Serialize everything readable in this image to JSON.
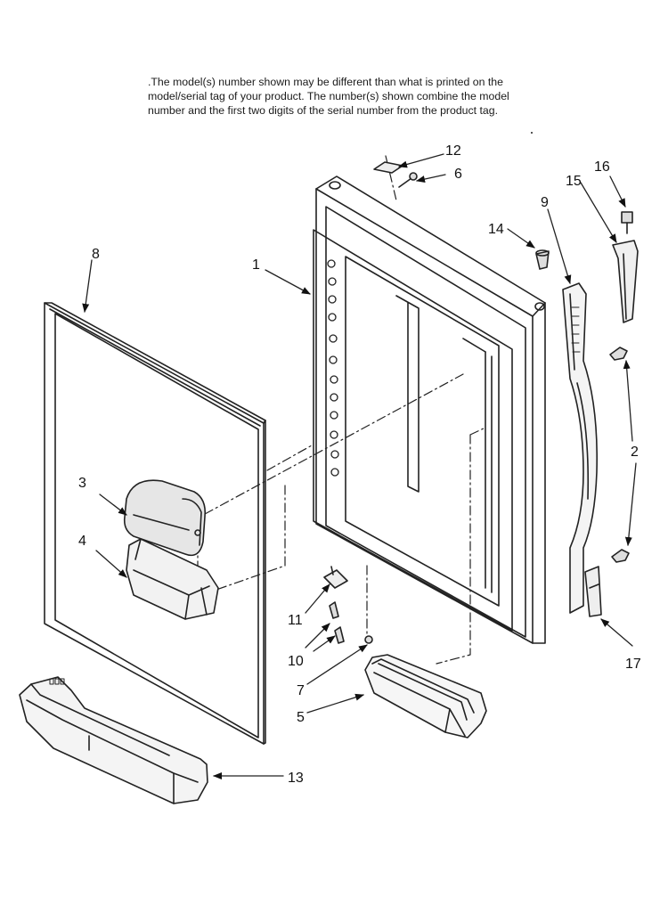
{
  "note": {
    "line1": ".The model(s) number shown may be different than what is printed on the",
    "line2": "model/serial tag of your product. The number(s) shown combine the model",
    "line3": "number and the first two digits of the serial number from the product tag."
  },
  "callouts": {
    "c1": "1",
    "c2": "2",
    "c3": "3",
    "c4": "4",
    "c5": "5",
    "c6": "6",
    "c7": "7",
    "c8": "8",
    "c9": "9",
    "c10": "10",
    "c11": "11",
    "c12": "12",
    "c13": "13",
    "c14": "14",
    "c15": "15",
    "c16": "16",
    "c17": "17"
  }
}
